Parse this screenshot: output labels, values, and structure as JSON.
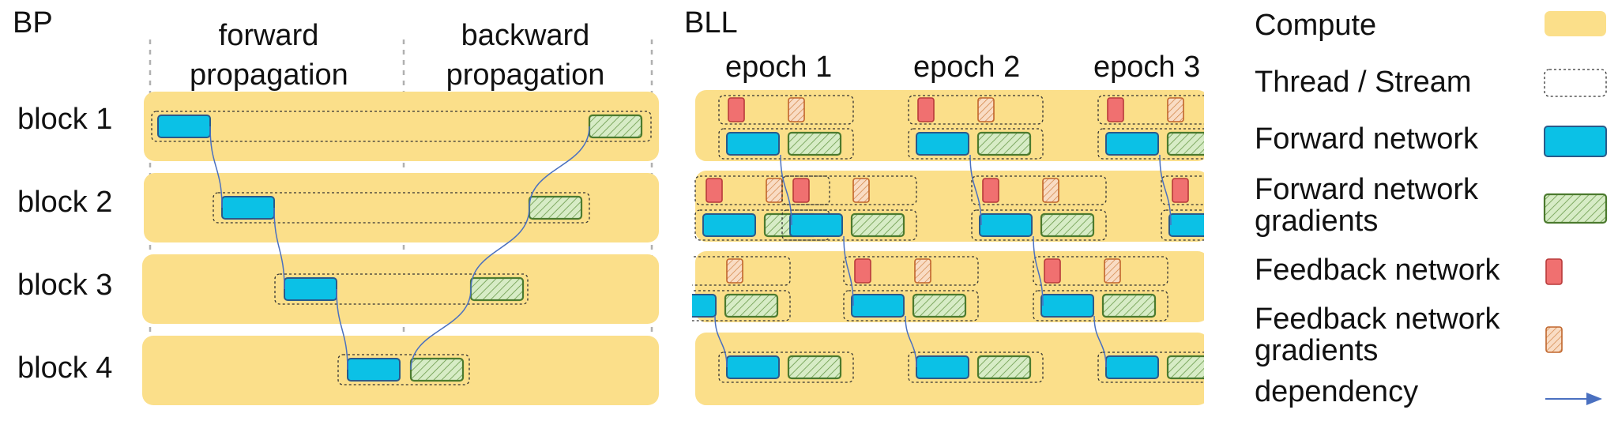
{
  "bp": {
    "title": "BP",
    "phases": [
      "forward\npropagation",
      "backward\npropagation"
    ],
    "blocks": [
      "block 1",
      "block 2",
      "block 3",
      "block 4"
    ]
  },
  "bll": {
    "title": "BLL",
    "epochs": [
      "epoch 1",
      "epoch 2",
      "epoch 3"
    ]
  },
  "legend": {
    "items": [
      {
        "label": "Compute",
        "icon": "compute-swatch"
      },
      {
        "label": "Thread / Stream",
        "icon": "thread-swatch"
      },
      {
        "label": "Forward network",
        "icon": "forward-network-swatch"
      },
      {
        "label": "Forward network\ngradients",
        "icon": "forward-gradient-swatch"
      },
      {
        "label": "Feedback network",
        "icon": "feedback-network-swatch"
      },
      {
        "label": "Feedback network\ngradients",
        "icon": "feedback-gradient-swatch"
      },
      {
        "label": "dependency",
        "icon": "dependency-arrow-icon"
      }
    ]
  },
  "colors": {
    "compute": "#fbdf8a",
    "forward": "#0bc1e6",
    "forward_stroke": "#2a5a8a",
    "gradient_fill": "#d7ecc6",
    "gradient_stroke": "#4b7a2e",
    "feedback": "#f07070",
    "feedback_stroke": "#b83a3a",
    "fb_grad_fill": "#f9dcc4",
    "fb_grad_stroke": "#c0652b",
    "dependency": "#4a70c0"
  }
}
